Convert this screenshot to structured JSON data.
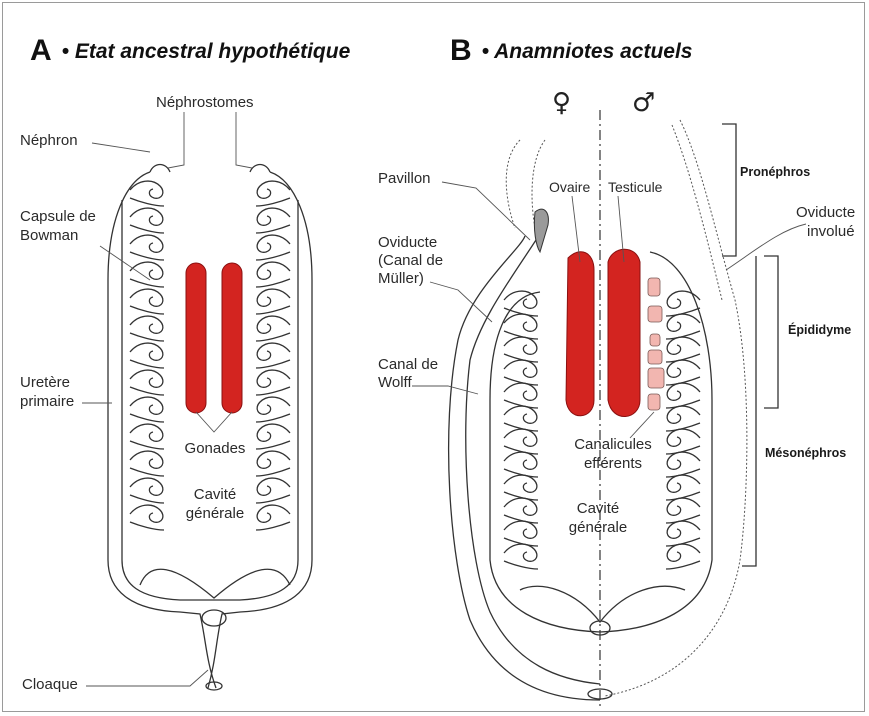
{
  "headings": {
    "a_letter": "A",
    "a_title": "• Etat ancestral hypothétique",
    "b_letter": "B",
    "b_title": "• Anamniotes actuels"
  },
  "symbols": {
    "female": "♀",
    "male": "♂"
  },
  "labels_a": {
    "nephrostomes": "Néphrostomes",
    "nephron": "Néphron",
    "capsule_1": "Capsule de",
    "capsule_2": "Bowman",
    "uretere_1": "Uretère",
    "uretere_2": "primaire",
    "gonades": "Gonades",
    "cavite_1": "Cavité",
    "cavite_2": "générale",
    "cloaque": "Cloaque"
  },
  "labels_b": {
    "pavillon": "Pavillon",
    "oviducte_1": "Oviducte",
    "oviducte_2": "(Canal de",
    "oviducte_3": "Müller)",
    "wolff_1": "Canal de",
    "wolff_2": "Wolff",
    "ovaire": "Ovaire",
    "testicule": "Testicule",
    "oviducte_involue_1": "Oviducte",
    "oviducte_involue_2": "involué",
    "canalicules_1": "Canalicules",
    "canalicules_2": "efférents",
    "cavite_1": "Cavité",
    "cavite_2": "générale",
    "pronephros": "Pronéphros",
    "epididyme": "Épididyme",
    "mesonephros": "Mésonéphros"
  },
  "colors": {
    "gonad": "#d32420",
    "gonad_stroke": "#8a1010",
    "canalicule": "#f2b6b0",
    "pavillon": "#9a9a9a"
  }
}
